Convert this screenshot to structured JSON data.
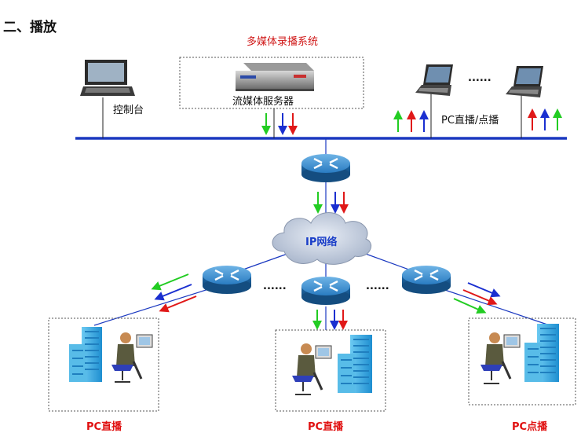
{
  "heading": "二、播放",
  "system_title": "多媒体录播系统",
  "console_label": "控制台",
  "server_label": "流媒体服务器",
  "pc_top_label": "PC直播/点播",
  "dots": "......",
  "network_label": "IP网络",
  "bottom_labels": [
    "PC直播",
    "PC直播",
    "PC点播"
  ],
  "colors": {
    "bus": "#1a38c0",
    "link": "#1a38c0",
    "arrow_green": "#22cc22",
    "arrow_blue": "#1a2fd0",
    "arrow_red": "#e01818",
    "router": "#2a82c8",
    "cloud": "#bcc8dc",
    "building": "#38a8e0"
  },
  "icons": [
    "laptop-icon",
    "server-icon",
    "router-icon",
    "cloud-icon",
    "building-icon",
    "operator-icon"
  ]
}
